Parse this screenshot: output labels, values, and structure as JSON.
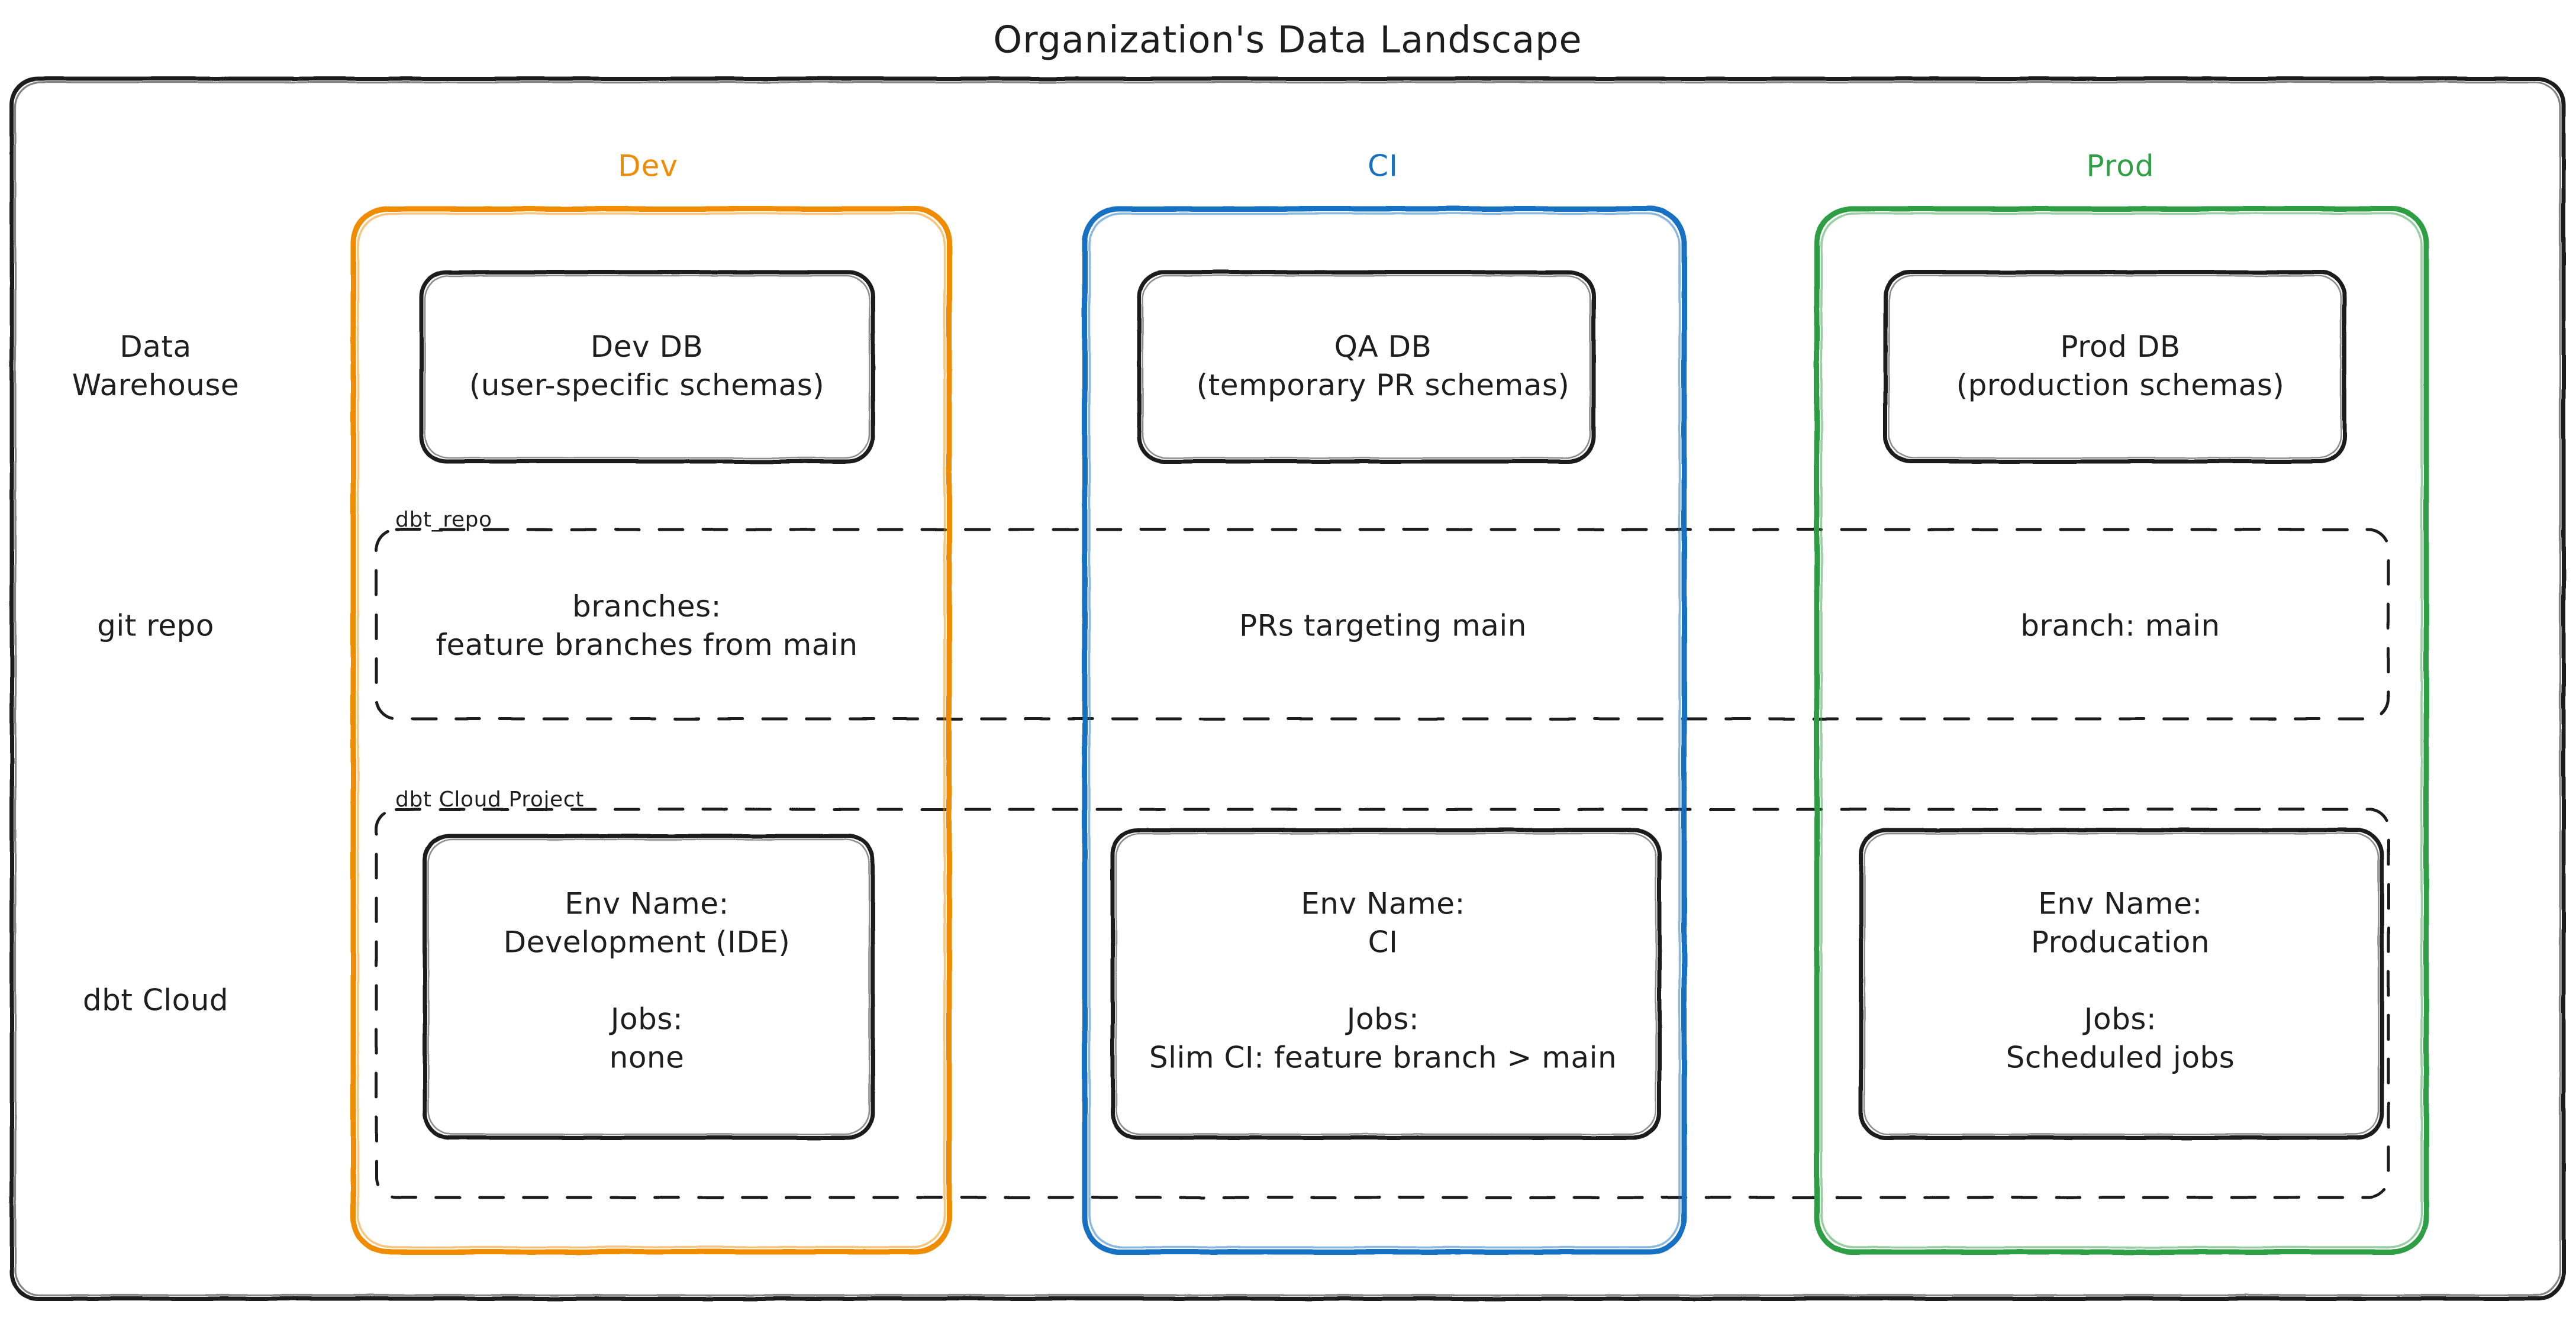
{
  "diagram": {
    "title": "Organization's Data Landscape",
    "type": "architecture-matrix",
    "colors": {
      "stroke": "#1e1e1e",
      "background": "#ffffff",
      "dev": "#f08c00",
      "ci": "#1971c2",
      "prod": "#2f9e44",
      "dashed": "#1e1e1e"
    },
    "columns": [
      {
        "id": "dev",
        "label": "Dev",
        "color": "#f08c00"
      },
      {
        "id": "ci",
        "label": "CI",
        "color": "#1971c2"
      },
      {
        "id": "prod",
        "label": "Prod",
        "color": "#2f9e44"
      }
    ],
    "rows": [
      {
        "id": "warehouse",
        "label": "Data\nWarehouse"
      },
      {
        "id": "git",
        "label": "git repo"
      },
      {
        "id": "dbt",
        "label": "dbt Cloud"
      }
    ],
    "groups": [
      {
        "id": "repo",
        "label": "dbt_repo",
        "style": "dashed",
        "row": "git"
      },
      {
        "id": "project",
        "label": "dbt Cloud Project",
        "style": "dashed",
        "row": "dbt"
      }
    ],
    "cells": {
      "warehouse": {
        "dev": "Dev DB\n(user-specific schemas)",
        "ci": "QA DB\n(temporary PR schemas)",
        "prod": "Prod DB\n(production schemas)"
      },
      "git": {
        "dev": "branches:\nfeature branches from main",
        "ci": "PRs targeting main",
        "prod": "branch: main"
      },
      "dbt": {
        "dev": "Env Name:\nDevelopment (IDE)\n\nJobs:\nnone",
        "ci": "Env Name:\nCI\n\nJobs:\nSlim CI: feature branch > main",
        "prod": "Env Name:\nProducation\n\nJobs:\nScheduled jobs"
      }
    }
  }
}
